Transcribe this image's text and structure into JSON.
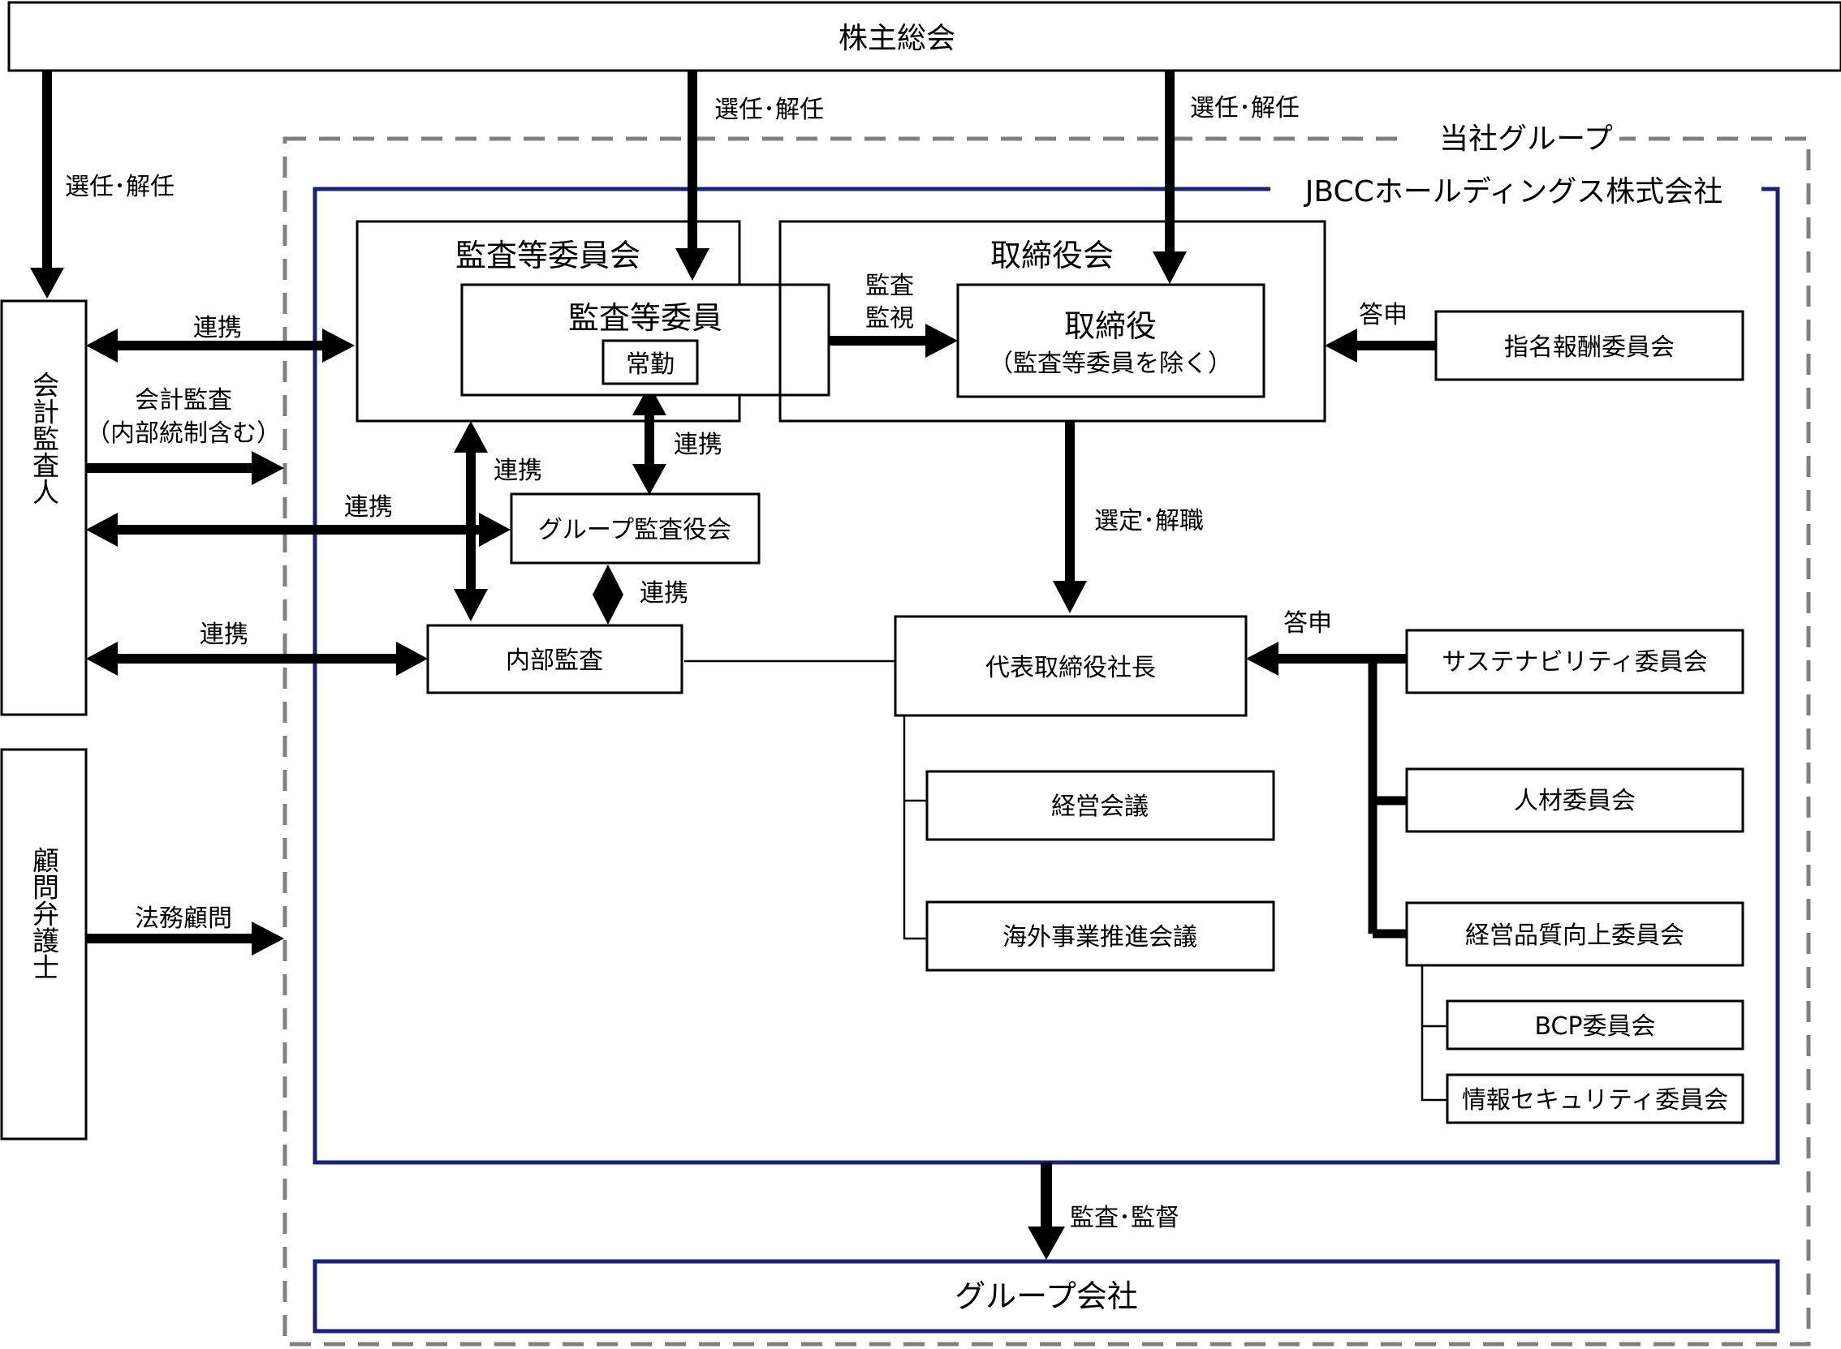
{
  "labels": {
    "shareholders": "株主総会",
    "group": "当社グループ",
    "company": "JBCCホールディングス株式会社",
    "audit_committee": "監査等委員会",
    "audit_members": "監査等委員",
    "fulltime": "常勤",
    "board": "取締役会",
    "directors": "取締役",
    "directors_note": "（監査等委員を除く）",
    "nomination": "指名報酬委員会",
    "accounting_auditor": "会計監査人",
    "legal_counsel": "顧問弁護士",
    "group_auditors": "グループ監査役会",
    "internal_audit": "内部監査",
    "president": "代表取締役社長",
    "management_meeting": "経営会議",
    "overseas_meeting": "海外事業推進会議",
    "sustainability": "サステナビリティ委員会",
    "hr_committee": "人材委員会",
    "quality_committee": "経営品質向上委員会",
    "bcp": "BCP委員会",
    "infosec": "情報セキュリティ委員会",
    "group_companies": "グループ会社"
  },
  "edges": {
    "elect_dismiss": "選任･解任",
    "cooperate": "連携",
    "accounting_audit": "会計監査",
    "incl_internal_control": "（内部統制含む）",
    "legal_advice": "法務顧問",
    "audit": "監査",
    "supervise": "監視",
    "report": "答申",
    "appoint_dismiss": "選定･解職",
    "audit_supervise": "監査･監督"
  },
  "colors": {
    "navy": "#1a1f7a",
    "gray_dash": "#808080",
    "line": "#000000"
  }
}
